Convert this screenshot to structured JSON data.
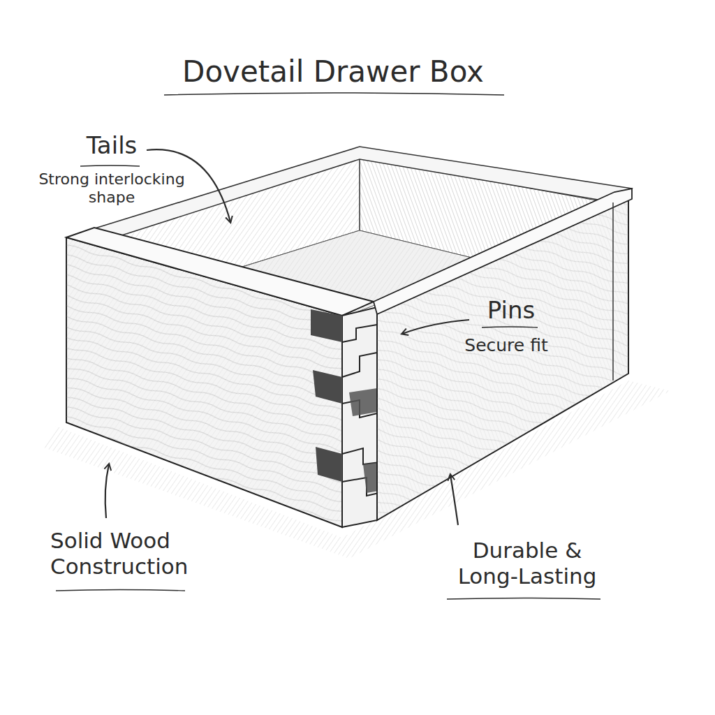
{
  "diagram": {
    "title": "Dovetail Drawer Box",
    "labels": [
      "Tails",
      "Strong interlocking shape",
      "Pins",
      "Secure fit",
      "Solid Wood Construction",
      "Durable & Long-Lasting"
    ]
  }
}
